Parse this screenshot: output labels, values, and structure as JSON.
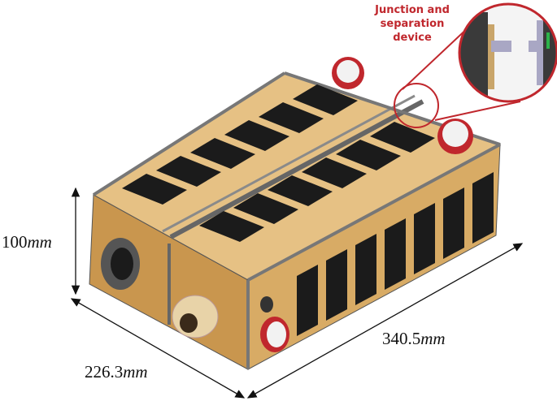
{
  "callout": {
    "line1": "Junction and",
    "line2": "separation",
    "line3": "device"
  },
  "dimensions": {
    "height": {
      "value": "100",
      "unit": "mm"
    },
    "width": {
      "value": "226.3",
      "unit": "mm"
    },
    "length": {
      "value": "340.5",
      "unit": "mm"
    }
  },
  "colors": {
    "body": "#d9ae6a",
    "panel": "#1b1b1b",
    "rail": "#6d6d6d",
    "accent": "#c0272d"
  }
}
